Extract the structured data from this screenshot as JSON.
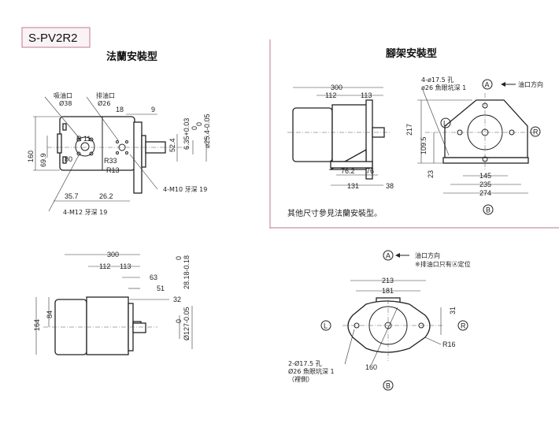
{
  "model_label": "S-PV2R2",
  "sections": {
    "flange_title": "法蘭安裝型",
    "foot_title": "腳架安裝型"
  },
  "colors": {
    "frame": "#c8909f",
    "title_box_bg": "#faf3f5",
    "line": "#222222"
  },
  "flange_view": {
    "suction_port": "吸油口",
    "suction_dia": "Ø38",
    "discharge_port": "排油口",
    "discharge_dia": "Ø26",
    "dim_18": "18",
    "dim_9": "9",
    "r11": "R 11",
    "dim_160": "160",
    "dim_69_9": "69.9",
    "dim_80": "80",
    "r33": "R33",
    "r13": "R13",
    "dim_52_4": "52.4",
    "key_width": "6.35+0.03",
    "key_width_lower": "0",
    "shaft_dia": "⌀25.4-0.05",
    "shaft_dia_upper": "0",
    "m10": "4-M10 牙深 19",
    "dim_35_7": "35.7",
    "dim_26_2": "26.2",
    "m12": "4-M12 牙深 19"
  },
  "foot_side_view": {
    "dim_300": "300",
    "dim_112": "112",
    "dim_113": "113",
    "dim_76_2": "76.2",
    "dim_76": "76",
    "dim_131": "131",
    "dim_38": "38",
    "note": "其他尺寸參見法蘭安裝型。"
  },
  "foot_front_view": {
    "hole_1": "4-ø17.5 孔",
    "hole_2": "ø26 魚眼坑深 1",
    "port_a": "A",
    "arrow_label": "油口方向",
    "port_l": "L",
    "port_r": "R",
    "port_b": "B",
    "dim_217": "217",
    "dim_109_5": "109.5",
    "dim_23": "23",
    "dim_145": "145",
    "dim_235": "235",
    "dim_274": "274"
  },
  "lower_side_view": {
    "dim_300": "300",
    "dim_112": "112",
    "dim_113": "113",
    "dim_63": "63",
    "dim_51": "51",
    "dim_32": "32",
    "dim_164": "164",
    "dim_84": "84",
    "key_dim": "28.18-0.18",
    "key_dim_upper": "0",
    "pilot_dia": "Ø127-0.05",
    "pilot_dia_upper": "0"
  },
  "lower_front_view": {
    "port_a": "A",
    "arrow_label": "油口方向",
    "note": "※排油口只有Ⓐ定位",
    "dim_213": "213",
    "dim_181": "181",
    "dim_31": "31",
    "port_l": "L",
    "port_r": "R",
    "r16": "R16",
    "hole_1": "2-Ø17.5 孔",
    "hole_2": "Ø26 魚眼坑深 1",
    "hole_3": "（裡側）",
    "dim_160": "160",
    "port_b": "B"
  }
}
